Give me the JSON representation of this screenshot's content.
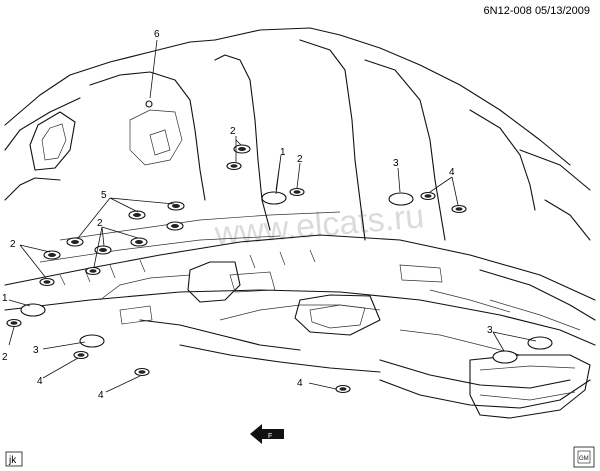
{
  "header": {
    "drawing_id": "6N12-008",
    "date": "05/13/2009"
  },
  "watermark": "www.elcats.ru",
  "initials": "jk",
  "callouts": {
    "c6": "6",
    "c2a": "2",
    "c1a": "1",
    "c2b": "2",
    "c3a": "3",
    "c4a": "4",
    "c5": "5",
    "c2c": "2",
    "c2d": "2",
    "c1b": "1",
    "c2e": "2",
    "c3b": "3",
    "c4b": "4",
    "c4c": "4",
    "c4d": "4",
    "c3c": "3"
  },
  "front_arrow_label": "F",
  "logo_text": "GM"
}
